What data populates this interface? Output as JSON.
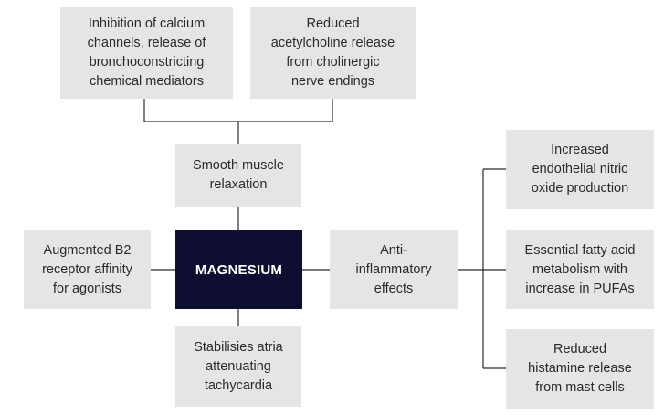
{
  "center": {
    "label": "MAGNESIUM"
  },
  "nodes": {
    "inhibition": "Inhibition of calcium\nchannels, release of\nbronchoconstricting\nchemical mediators",
    "acetylcholine": "Reduced\nacetylcholine release\nfrom cholinergic\nnerve endings",
    "smooth_muscle": "Smooth muscle\nrelaxation",
    "b2_receptor": "Augmented B2\nreceptor affinity\nfor agonists",
    "anti_inflammatory": "Anti-\ninflammatory\neffects",
    "stabilises": "Stabilisies atria\nattenuating\ntachycardia",
    "nitric_oxide": "Increased\nendothelial nitric\noxide production",
    "fatty_acid": "Essential fatty acid\nmetabolism with\nincrease in PUFAs",
    "histamine": "Reduced\nhistamine release\nfrom mast cells"
  }
}
